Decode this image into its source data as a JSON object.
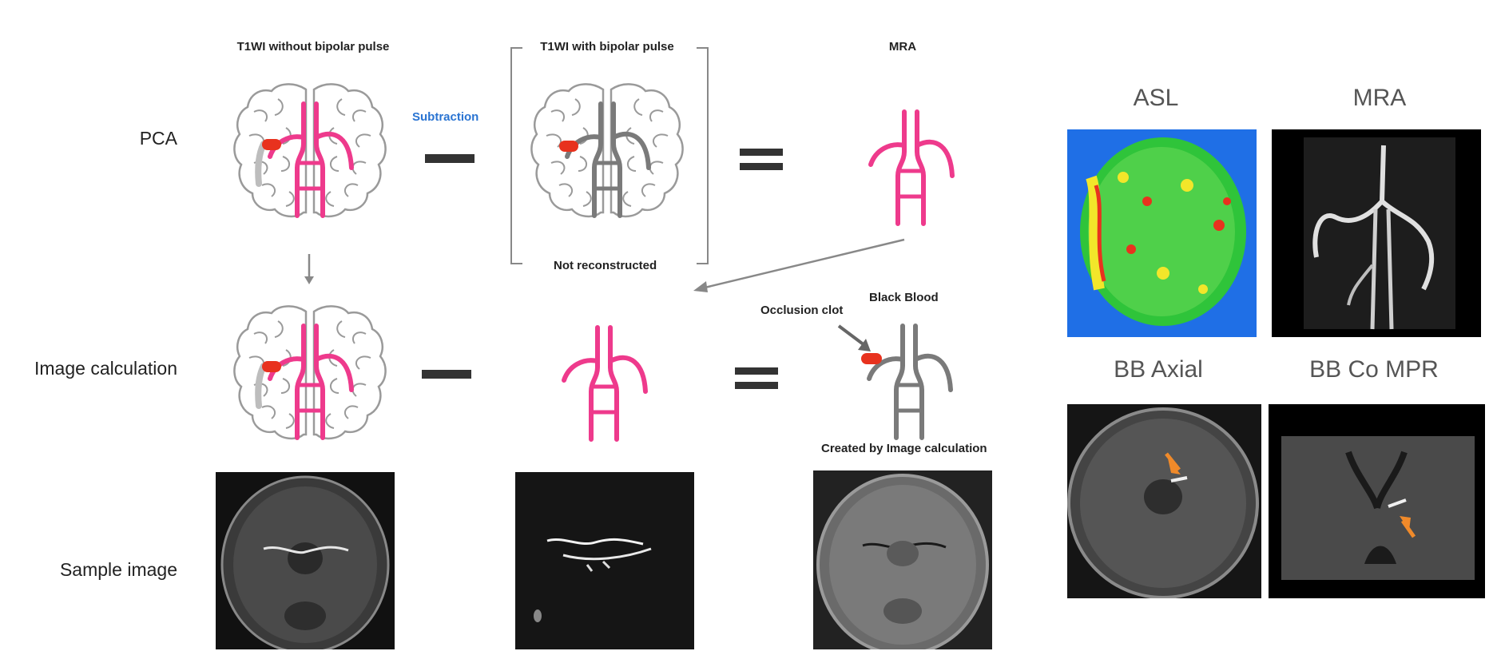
{
  "column_titles": {
    "t1wi_without": "T1WI without bipolar pulse",
    "t1wi_with": "T1WI with bipolar pulse",
    "mra": "MRA"
  },
  "row_labels": {
    "pca": "PCA",
    "image_calculation": "Image calculation",
    "sample_image": "Sample image"
  },
  "notes": {
    "subtraction": "Subtraction",
    "not_reconstructed": "Not reconstructed",
    "occlusion_clot": "Occlusion clot",
    "black_blood": "Black Blood",
    "created_by": "Created by Image calculation"
  },
  "right_panel_titles": {
    "asl": "ASL",
    "mra": "MRA",
    "bb_axial": "BB Axial",
    "bb_co_mpr": "BB Co MPR"
  },
  "colors": {
    "vessel_pink": "#ee3a8c",
    "vessel_gray": "#7a7a7a",
    "clot_red": "#e8321e",
    "brain_outline": "#9a9a9a",
    "arrow_orange": "#f08a2a",
    "asl_blue": "#1f6fe6",
    "subtraction_blue": "#2a74d2"
  },
  "icons": {
    "minus": "minus-sign-icon",
    "equals": "equals-sign-icon",
    "arrow": "arrow-icon"
  }
}
